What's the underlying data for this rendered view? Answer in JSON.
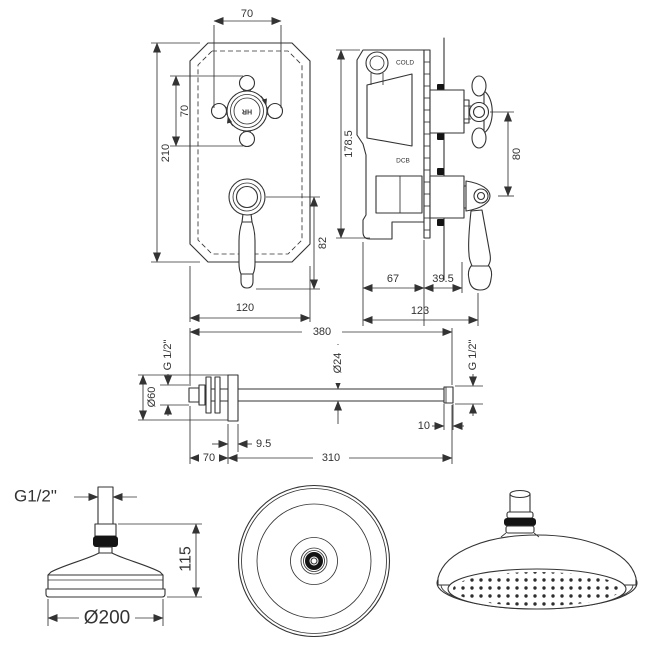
{
  "front_view": {
    "handle_text": "HR",
    "dim_handle_width": "70",
    "dim_handle_height": "70",
    "dim_plate_height": "210",
    "dim_lever_length": "82",
    "dim_plate_width": "120"
  },
  "side_view": {
    "label_cold": "COLD",
    "label_dcb": "DCB",
    "dim_body_height": "178.5",
    "dim_handle_centres": "80",
    "dim_body_depth": "67",
    "dim_handle_projection": "39.5",
    "dim_total_depth": "123"
  },
  "arm_view": {
    "dim_total_length": "380",
    "label_thread_left": "G 1/2\"",
    "dim_flange_diameter": "Ø60",
    "dim_pipe_diameter": "Ø24",
    "label_thread_right": "G 1/2\"",
    "dim_flange_thickness": "9.5",
    "dim_wall_section": "70",
    "dim_projection": "310",
    "dim_thread_length": "10"
  },
  "head_view": {
    "label_thread": "G1/2\"",
    "dim_height": "115",
    "dim_diameter": "Ø200"
  },
  "colors": {
    "line": "#333333",
    "background": "#ffffff",
    "dark_fill": "#141414"
  }
}
